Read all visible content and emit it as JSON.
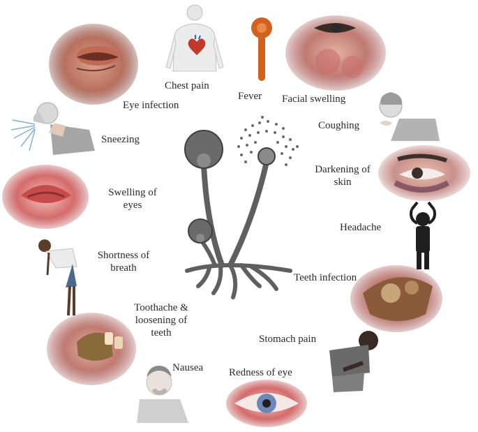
{
  "labels": {
    "chest_pain": "Chest pain",
    "fever": "Fever",
    "facial_swelling": "Facial swelling",
    "eye_infection": "Eye infection",
    "coughing": "Coughing",
    "sneezing": "Sneezing",
    "darkening_of_skin": "Darkening of skin",
    "darkening_of_skin_l1": "Darkening of",
    "darkening_of_skin_l2": "skin",
    "swelling_of_eyes_l1": "Swelling of",
    "swelling_of_eyes_l2": "eyes",
    "headache": "Headache",
    "shortness_of_breath_l1": "Shortness of",
    "shortness_of_breath_l2": "breath",
    "teeth_infection": "Teeth infection",
    "toothache_l1": "Toothache &",
    "toothache_l2": "loosening of",
    "toothache_l3": "teeth",
    "stomach_pain": "Stomach pain",
    "nausea": "Nausea",
    "redness_of_eye": "Redness of eye"
  },
  "icons": {
    "center": "mold-fungus-illustration",
    "chest_pain": "torso-heart-icon",
    "fever": "thermometer-icon",
    "eye_infection": "swollen-eye-photo",
    "facial_swelling": "facial-swelling-photo",
    "sneezing": "sneezing-person-icon",
    "coughing": "coughing-person-icon",
    "darkening_of_skin": "darkened-eye-photo",
    "swelling_of_eyes": "swollen-eyelid-photo",
    "headache": "headache-person-icon",
    "shortness_of_breath": "bent-over-person-icon",
    "teeth_infection": "infected-teeth-photo",
    "toothache": "loose-teeth-photo",
    "stomach_pain": "stomach-pain-person-icon",
    "nausea": "nauseous-person-icon",
    "redness_of_eye": "red-eye-photo"
  },
  "colors": {
    "mold": "#5f5f5f",
    "thermometer": "#d2601e",
    "skin_photo": "#b86a6a",
    "text": "#2b2b2b"
  }
}
